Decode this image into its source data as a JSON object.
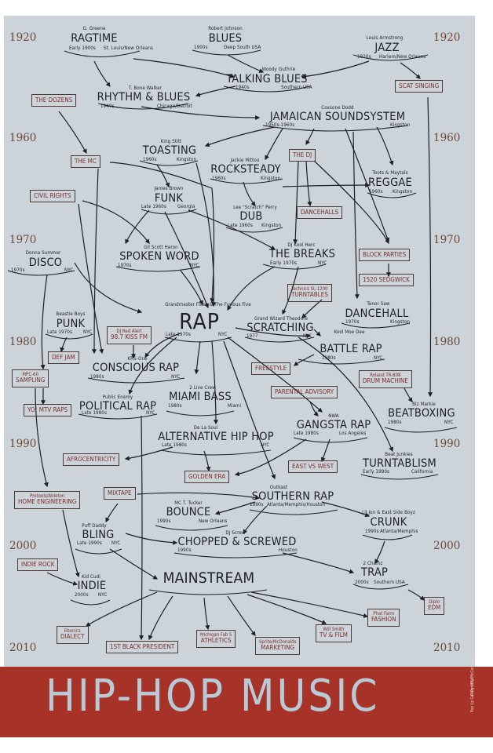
{
  "years": [
    "1920",
    "1960",
    "1970",
    "1980",
    "1990",
    "2000",
    "2010"
  ],
  "genres": {
    "ragtime": {
      "name": "RAGTIME",
      "artist": "G. Greene",
      "era": "Early 1900s",
      "place": "St. Louis/New Orleans"
    },
    "blues": {
      "name": "BLUES",
      "artist": "Robert Johnson",
      "era": "1900s",
      "place": "Deep South USA"
    },
    "jazz": {
      "name": "JAZZ",
      "artist": "Louis Armstrong",
      "era": "1920s",
      "place": "Harlem/New Orleans"
    },
    "talking_blues": {
      "name": "TALKING BLUES",
      "artist": "Woody Guthrie",
      "era": "1940s",
      "place": "Southern USA"
    },
    "rhythm_blues": {
      "name": "RHYTHM & BLUES",
      "artist": "T. Bone Walker",
      "era": "1940s",
      "place": "Chicago/Detroit"
    },
    "jamaican": {
      "name": "JAMAICAN SOUNDSYSTEM",
      "artist": "Coxsone Dodd",
      "era": "1950s-1960s",
      "place": "Kingston"
    },
    "toasting": {
      "name": "TOASTING",
      "artist": "King Stitt",
      "era": "1960s",
      "place": "Kingston"
    },
    "rocksteady": {
      "name": "ROCKSTEADY",
      "artist": "Jackie Mittoo",
      "era": "1960s",
      "place": "Kingston"
    },
    "reggae": {
      "name": "REGGAE",
      "artist": "Toots & Maytals",
      "era": "1960s",
      "place": "Kingston"
    },
    "funk": {
      "name": "FUNK",
      "artist": "James Brown",
      "era": "Late 1960s",
      "place": "Georgia"
    },
    "dub": {
      "name": "DUB",
      "artist": "Lee \"Scratch\" Perry",
      "era": "Late 1960s",
      "place": "Kingston"
    },
    "disco": {
      "name": "DISCO",
      "artist": "Donna Summer",
      "era": "1970s",
      "place": "NYC"
    },
    "spoken_word": {
      "name": "SPOKEN WORD",
      "artist": "Gil Scott Heron",
      "era": "1970s",
      "place": "NYC"
    },
    "the_breaks": {
      "name": "THE BREAKS",
      "artist": "DJ Kool Herc",
      "era": "Early 1970s",
      "place": "NYC"
    },
    "rap": {
      "name": "RAP",
      "artist": "Grandmaster Flash & The Furious Five",
      "era": "Late 1970s",
      "place": "NYC"
    },
    "punk": {
      "name": "PUNK",
      "artist": "Beastie Boys",
      "era": "Late 1970s",
      "place": "NYC"
    },
    "scratching": {
      "name": "SCRATCHING",
      "artist": "Grand Wizard Theodore",
      "era": "1977",
      "place": "NYC"
    },
    "dancehall": {
      "name": "DANCEHALL",
      "artist": "Tenor Saw",
      "era": "1970s",
      "place": "Kingston"
    },
    "battle_rap": {
      "name": "BATTLE RAP",
      "artist": "Kool Moe Dee",
      "era": "1980s",
      "place": "NYC"
    },
    "conscious_rap": {
      "name": "CONSCIOUS RAP",
      "artist": "KRS-One",
      "era": "1980s",
      "place": "NYC"
    },
    "political_rap": {
      "name": "POLITICAL RAP",
      "artist": "Public Enemy",
      "era": "Late 1980s",
      "place": "NYC"
    },
    "miami_bass": {
      "name": "MIAMI BASS",
      "artist": "2 Live Crew",
      "era": "1980s",
      "place": "Miami"
    },
    "beatboxing": {
      "name": "BEATBOXING",
      "artist": "Biz Markie",
      "era": "1980s",
      "place": "NYC"
    },
    "gangsta_rap": {
      "name": "GANGSTA RAP",
      "artist": "NWA",
      "era": "Late 1980s",
      "place": "Los Angeles"
    },
    "alt_hiphop": {
      "name": "ALTERNATIVE HIP HOP",
      "artist": "De La Soul",
      "era": "Late 1980s",
      "place": "NYC"
    },
    "turntablism": {
      "name": "TURNTABLISM",
      "artist": "Beat Junkies",
      "era": "Early 1990s",
      "place": "California"
    },
    "southern_rap": {
      "name": "SOUTHERN RAP",
      "artist": "Outkast",
      "era": "1990s",
      "place": "Atlanta/Memphis/Houston"
    },
    "bounce": {
      "name": "BOUNCE",
      "artist": "MC T. Tucker",
      "era": "1990s",
      "place": "New Orleans"
    },
    "crunk": {
      "name": "CRUNK",
      "artist": "Lil Jon & East Side Boyz",
      "era": "1990s",
      "place": "Atlanta/Memphis"
    },
    "bling": {
      "name": "BLING",
      "artist": "Puff Daddy",
      "era": "Late 1990s",
      "place": "NYC"
    },
    "chopped": {
      "name": "CHOPPED & SCREWED",
      "artist": "DJ Screw",
      "era": "1990s",
      "place": "Houston"
    },
    "trap": {
      "name": "TRAP",
      "artist": "2 Chainz",
      "era": "2000s",
      "place": "Southern USA"
    },
    "indie": {
      "name": "INDIE",
      "artist": "Kid Cudi",
      "era": "2000s",
      "place": "NYC"
    },
    "mainstream": {
      "name": "MAINSTREAM",
      "artist": "",
      "era": "",
      "place": ""
    }
  },
  "boxes": {
    "scat": {
      "label": "SCAT SINGING",
      "sub": ""
    },
    "dozens": {
      "label": "THE DOZENS",
      "sub": ""
    },
    "mc": {
      "label": "THE MC",
      "sub": ""
    },
    "dj": {
      "label": "THE DJ",
      "sub": ""
    },
    "civil": {
      "label": "CIVIL RIGHTS",
      "sub": ""
    },
    "dancehalls": {
      "label": "DANCEHALLS",
      "sub": ""
    },
    "block": {
      "label": "BLOCK PARTIES",
      "sub": ""
    },
    "sedgwick": {
      "label": "1520 SEDGWICK",
      "sub": ""
    },
    "turntables": {
      "label": "TURNTABLES",
      "sub": "Technics SL-1200"
    },
    "kiss": {
      "label": "98.7 KISS FM",
      "sub": "DJ Red Alert"
    },
    "defjam": {
      "label": "DEF JAM",
      "sub": ""
    },
    "sampling": {
      "label": "SAMPLING",
      "sub": "MPC-60"
    },
    "freestyle": {
      "label": "FREESTYLE",
      "sub": ""
    },
    "drummachine": {
      "label": "DRUM MACHINE",
      "sub": "Roland TR-808"
    },
    "yomtv": {
      "label": "YO! MTV RAPS",
      "sub": ""
    },
    "parental": {
      "label": "PARENTAL ADVISORY",
      "sub": ""
    },
    "afro": {
      "label": "AFROCENTRICITY",
      "sub": ""
    },
    "eastwest": {
      "label": "EAST VS WEST",
      "sub": ""
    },
    "golden": {
      "label": "GOLDEN ERA",
      "sub": ""
    },
    "homeeng": {
      "label": "HOME ENGINEERING",
      "sub": "Protools/Ableton"
    },
    "mixtape": {
      "label": "MIXTAPE",
      "sub": ""
    },
    "indierock": {
      "label": "INDIE ROCK",
      "sub": ""
    },
    "edm": {
      "label": "EDM",
      "sub": "Diplo"
    },
    "fashion": {
      "label": "FASHION",
      "sub": "Phat Farm"
    },
    "dialect": {
      "label": "DIALECT",
      "sub": "Ebonics"
    },
    "president": {
      "label": "1ST BLACK PRESIDENT",
      "sub": ""
    },
    "athletics": {
      "label": "ATHLETICS",
      "sub": "Michigan Fab 5"
    },
    "marketing": {
      "label": "MARKETING",
      "sub": "Sprite/McDonalds"
    },
    "tvfilm": {
      "label": "TV & FILM",
      "sub": "Will Smith"
    }
  },
  "title": "HIP-HOP  MUSIC",
  "copyright": "© Dorothy McCarthy",
  "credit": "Pop Up Gallery 2014",
  "colors": {
    "paper": "#ccd4da",
    "ink": "#1d1f24",
    "box_text": "#7a2e2a",
    "banner": "#a73228",
    "banner_text": "#b8cad6",
    "year": "#6a4a3a"
  }
}
